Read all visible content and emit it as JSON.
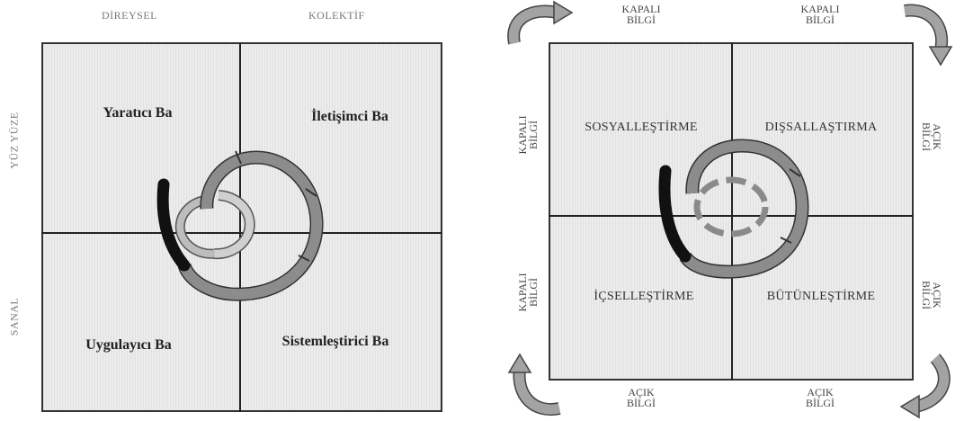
{
  "left": {
    "col_labels": {
      "left": "DİREYSEL",
      "right": "KOLEKTİF"
    },
    "row_labels": {
      "top": "YÜZ YÜZE",
      "bottom": "SANAL"
    },
    "quadrants": {
      "top_left": "Yaratıcı Ba",
      "top_right": "İletişimci Ba",
      "bottom_left": "Uygulayıcı Ba",
      "bottom_right": "Sistemleştirici Ba"
    }
  },
  "right": {
    "top_labels": [
      {
        "line1": "KAPALI",
        "line2": "BİLGİ"
      },
      {
        "line1": "KAPALI",
        "line2": "BİLGİ"
      }
    ],
    "bottom_labels": [
      {
        "line1": "AÇIK",
        "line2": "BİLGİ"
      },
      {
        "line1": "AÇIK",
        "line2": "BİLGİ"
      }
    ],
    "left_labels": [
      {
        "line1": "KAPALI",
        "line2": "BİLGİ"
      },
      {
        "line1": "KAPALI",
        "line2": "BİLGİ"
      }
    ],
    "right_labels": [
      {
        "line1": "AÇIK",
        "line2": "BİLGİ"
      },
      {
        "line1": "AÇIK",
        "line2": "BİLGİ"
      }
    ],
    "quadrants": {
      "top_left": "SOSYALLEŞTİRME",
      "top_right": "DIŞSALLAŞTIRMA",
      "bottom_left": "İÇSELLEŞTİRME",
      "bottom_right": "BÜTÜNLEŞTİRME"
    }
  }
}
